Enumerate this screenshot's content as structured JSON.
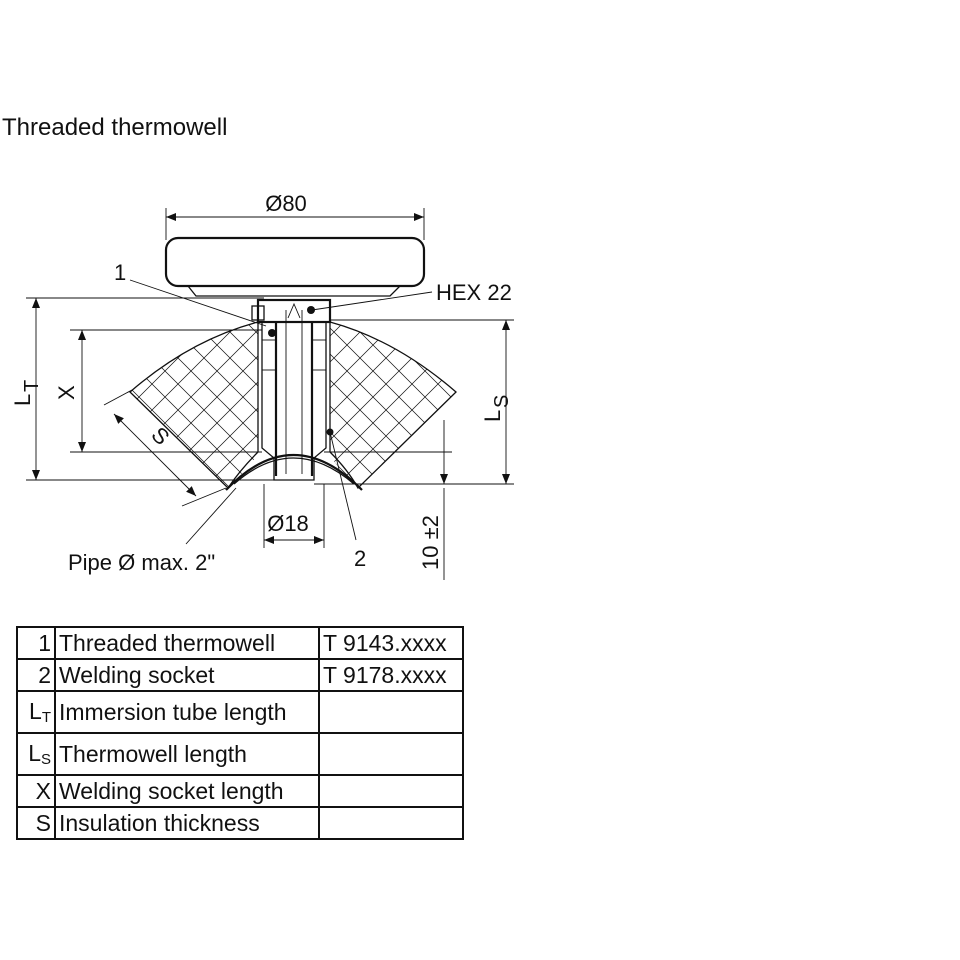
{
  "title": "Threaded thermowell",
  "drawing": {
    "dim_dial_diameter": "Ø80",
    "dim_hex": "HEX 22",
    "dim_tube_diameter": "Ø18",
    "dim_insulation": "S",
    "dim_x": "X",
    "dim_lt_main": "L",
    "dim_lt_sub": "T",
    "dim_ls_main": "L",
    "dim_ls_sub": "S",
    "dim_tolerance": "10 ±2",
    "callout_1": "1",
    "callout_2": "2",
    "pipe_label": "Pipe Ø max. 2\""
  },
  "parts_table": [
    {
      "key": "1",
      "key_sub": "",
      "description": "Threaded thermowell",
      "code": "T 9143.xxxx"
    },
    {
      "key": "2",
      "key_sub": "",
      "description": "Welding socket",
      "code": "T 9178.xxxx"
    },
    {
      "key": "L",
      "key_sub": "T",
      "description": "Immersion tube length",
      "code": ""
    },
    {
      "key": "L",
      "key_sub": "S",
      "description": "Thermowell length",
      "code": ""
    },
    {
      "key": "X",
      "key_sub": "",
      "description": "Welding socket length",
      "code": ""
    },
    {
      "key": "S",
      "key_sub": "",
      "description": "Insulation thickness",
      "code": ""
    }
  ]
}
